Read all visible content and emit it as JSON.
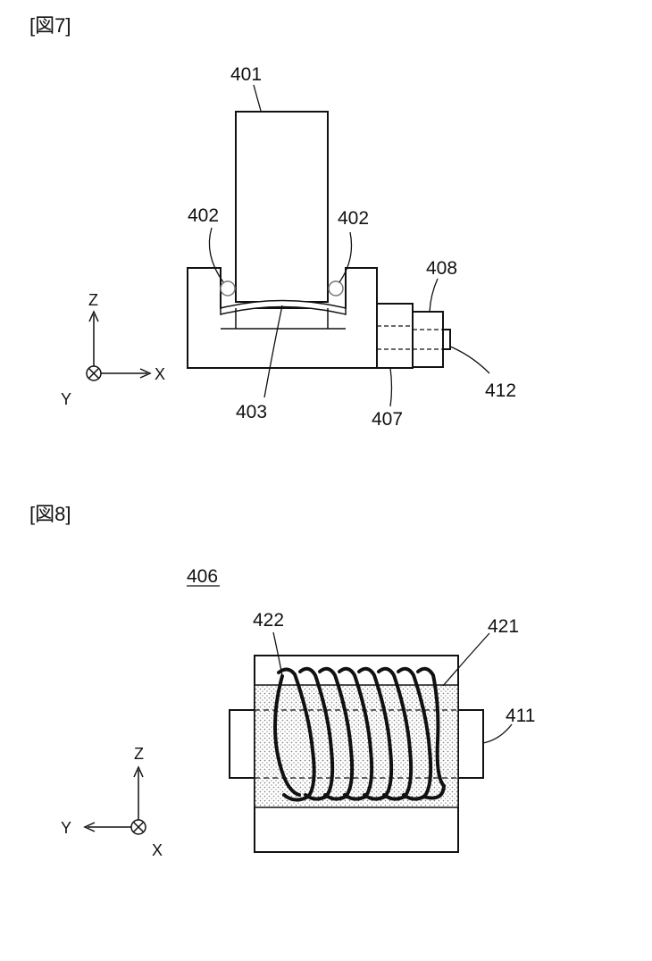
{
  "fig7": {
    "heading": "[図7]",
    "labels": {
      "l401": "401",
      "l402a": "402",
      "l402b": "402",
      "l403": "403",
      "l407": "407",
      "l408": "408",
      "l412": "412"
    },
    "axes": {
      "z": "Z",
      "x": "X",
      "y": "Y"
    }
  },
  "fig8": {
    "heading": "[図8]",
    "ref": "406",
    "labels": {
      "l422": "422",
      "l421": "421",
      "l411": "411"
    },
    "axes": {
      "z": "Z",
      "x": "X",
      "y": "Y"
    }
  }
}
